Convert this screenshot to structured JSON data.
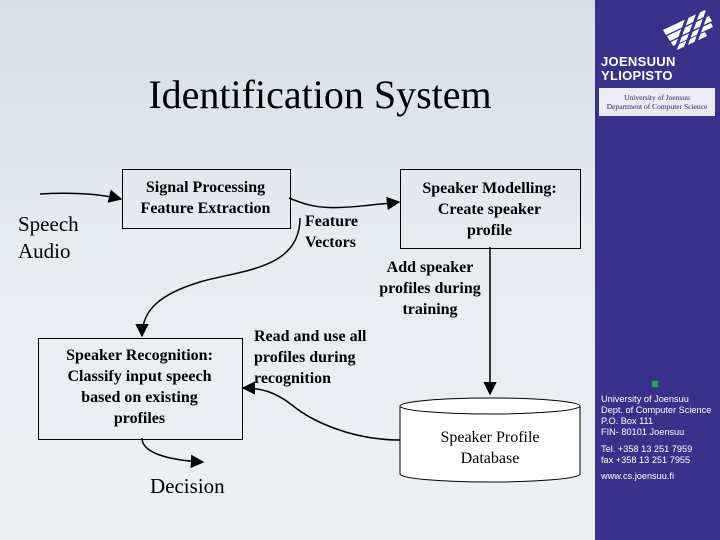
{
  "title": "Identification System",
  "nodes": {
    "input": "Speech\nAudio",
    "signal_processing": "Signal Processing\nFeature Extraction",
    "feature_vectors": "Feature\nVectors",
    "speaker_modelling": "Speaker Modelling:\nCreate speaker\nprofile",
    "add_profiles": "Add speaker\nprofiles during\ntraining",
    "read_profiles": "Read and use all\nprofiles during\nrecognition",
    "speaker_recognition": "Speaker Recognition:\nClassify input speech\nbased on existing\nprofiles",
    "database": "Speaker Profile\nDatabase",
    "output": "Decision"
  },
  "sidebar": {
    "university_name": "JOENSUUN\nYLIOPISTO",
    "department": "University of Joensuu\nDepartment of Computer Science",
    "contact": {
      "line1": "University of Joensuu",
      "line2": "Dept. of Computer Science",
      "line3": "P.O. Box 111",
      "line4": "FIN- 80101 Joensuu",
      "tel": "Tel. +358 13 251 7959",
      "fax": "fax +358 13 251 7955",
      "web": "www.cs.joensuu.fi"
    }
  },
  "colors": {
    "sidebar": "#3a318a",
    "accent": "#2aa35a"
  }
}
